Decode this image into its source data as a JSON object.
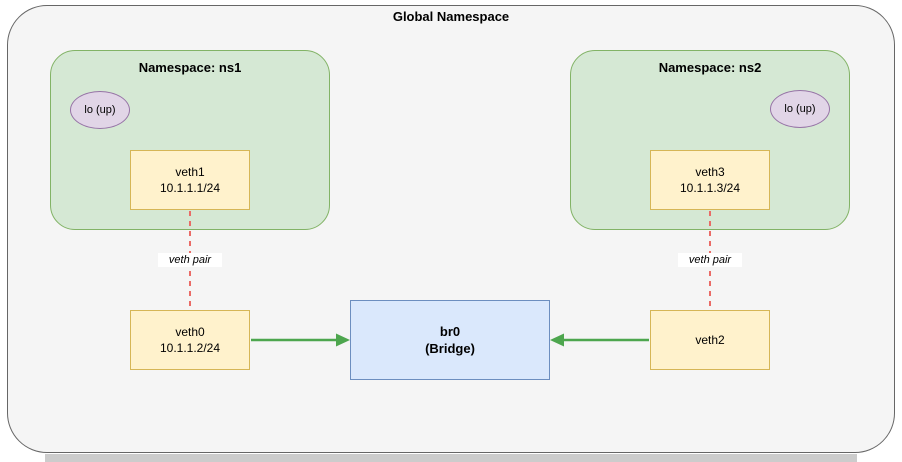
{
  "title": "Global Namespace",
  "namespaces": {
    "ns1": {
      "title": "Namespace: ns1",
      "lo_label": "lo (up)",
      "veth": {
        "name": "veth1",
        "ip": "10.1.1.1/24"
      }
    },
    "ns2": {
      "title": "Namespace: ns2",
      "lo_label": "lo (up)",
      "veth": {
        "name": "veth3",
        "ip": "10.1.1.3/24"
      }
    }
  },
  "global_nodes": {
    "veth0": {
      "name": "veth0",
      "ip": "10.1.1.2/24"
    },
    "veth2": {
      "name": "veth2"
    },
    "bridge": {
      "name": "br0",
      "type_label": "(Bridge)"
    }
  },
  "links": {
    "left_veth_pair": {
      "label": "veth pair",
      "style": "dashed",
      "from": "veth1",
      "to": "veth0"
    },
    "right_veth_pair": {
      "label": "veth pair",
      "style": "dashed",
      "from": "veth3",
      "to": "veth2"
    },
    "veth0_to_bridge": {
      "style": "solid-arrow",
      "from": "veth0",
      "to": "br0"
    },
    "veth2_to_bridge": {
      "style": "solid-arrow",
      "from": "veth2",
      "to": "br0"
    }
  },
  "colors": {
    "outer_fill": "#f5f5f5",
    "outer_border": "#666666",
    "namespace_fill": "#d5e8d4",
    "namespace_border": "#82b366",
    "loopback_fill": "#e1d5e7",
    "loopback_border": "#9673a6",
    "veth_fill": "#fff2cc",
    "veth_border": "#d6b656",
    "bridge_fill": "#dae8fc",
    "bridge_border": "#6c8ebf",
    "veth_pair_line": "#ea6b66",
    "arrow_line": "#4da64e"
  }
}
